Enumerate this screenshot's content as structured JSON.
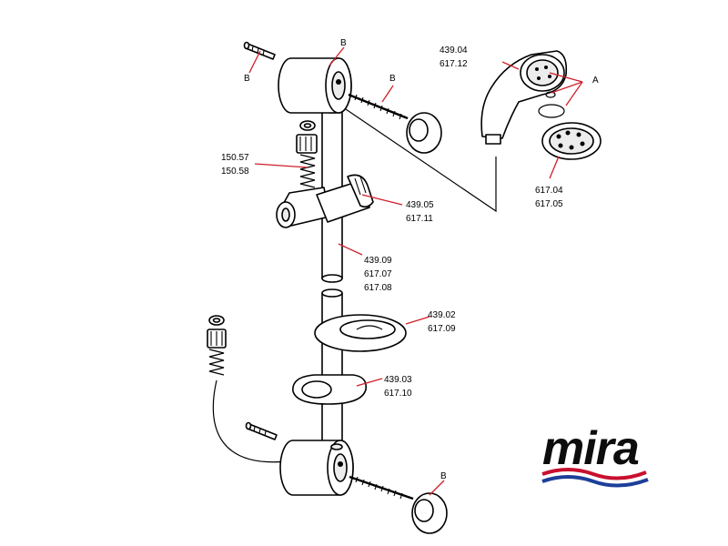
{
  "callouts": {
    "b_top_pin": "B",
    "b_top_bracket": "B",
    "b_top_screw": "B",
    "b_bottom_cap": "B",
    "a_handset": "A",
    "handset": [
      "439.04",
      "617.12"
    ],
    "spray_plate": [
      "617.04",
      "617.05"
    ],
    "hose": [
      "150.57",
      "150.58"
    ],
    "slider": [
      "439.05",
      "617.11"
    ],
    "rail": [
      "439.09",
      "617.07",
      "617.08"
    ],
    "soap_dish": [
      "439.02",
      "617.09"
    ],
    "ring": [
      "439.03",
      "617.10"
    ]
  },
  "logo": {
    "text": "mira",
    "wave_red": "#c8102e",
    "wave_blue": "#1d3f99"
  },
  "colors": {
    "leader": "#d11f2a",
    "line": "#000000"
  }
}
